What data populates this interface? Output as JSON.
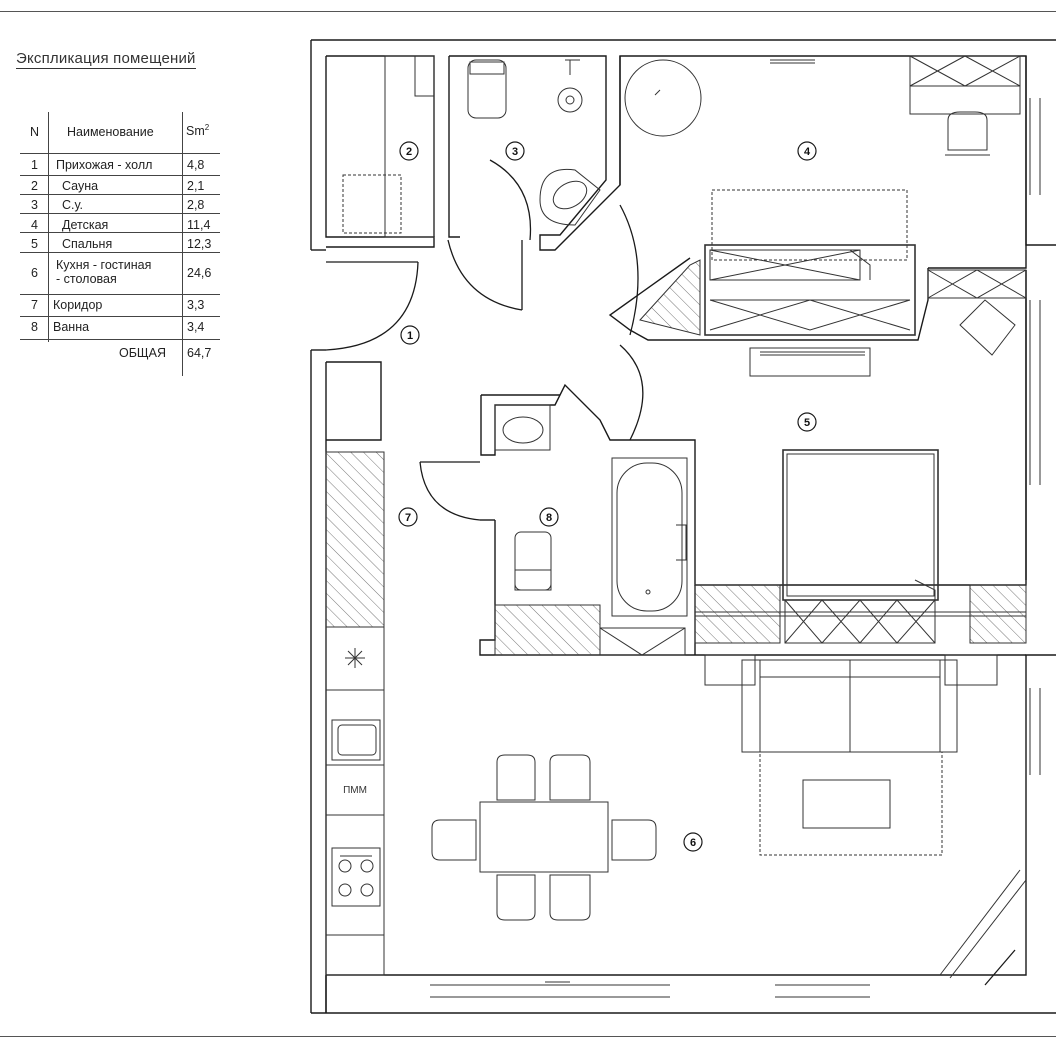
{
  "legend": {
    "title": "Экспликация помещений",
    "headers": {
      "n": "N",
      "name": "Наименование",
      "area_base": "Sm",
      "area_sup": "2"
    },
    "rows": [
      {
        "n": "1",
        "name": "Прихожая - холл",
        "area": "4,8"
      },
      {
        "n": "2",
        "name": "Сауна",
        "area": "2,1"
      },
      {
        "n": "3",
        "name": "С.у.",
        "area": "2,8"
      },
      {
        "n": "4",
        "name": "Детская",
        "area": "11,4"
      },
      {
        "n": "5",
        "name": "Спальня",
        "area": "12,3"
      },
      {
        "n": "6",
        "name_line1": "Кухня - гостиная",
        "name_line2": "- столовая",
        "area": "24,6"
      },
      {
        "n": "7",
        "name": "Коридор",
        "area": "3,3"
      },
      {
        "n": "8",
        "name": "Ванна",
        "area": "3,4"
      }
    ],
    "total_label": "ОБЩАЯ",
    "total_area": "64,7"
  },
  "plan": {
    "room_markers": [
      "1",
      "2",
      "3",
      "4",
      "5",
      "6",
      "7",
      "8"
    ],
    "dishwasher_label": "ПММ"
  }
}
